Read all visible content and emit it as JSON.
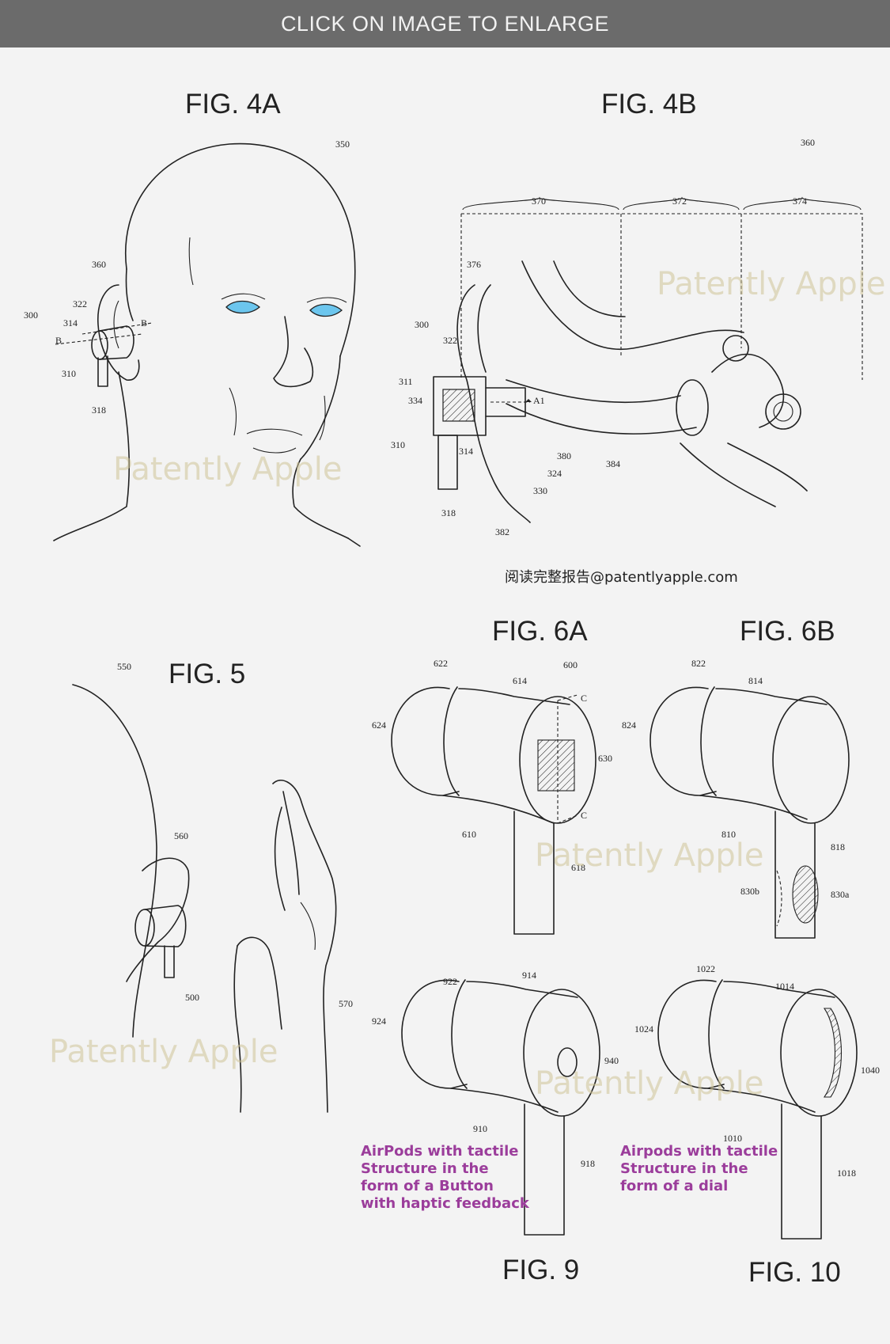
{
  "banner": {
    "text": "CLICK ON IMAGE TO ENLARGE"
  },
  "figures": {
    "fig4a": "FIG. 4A",
    "fig4b": "FIG. 4B",
    "fig5": "FIG. 5",
    "fig6a": "FIG. 6A",
    "fig6b": "FIG. 6B",
    "fig9": "FIG. 9",
    "fig10": "FIG. 10"
  },
  "watermark": "Patently Apple",
  "chinese_note": "阅读完整报告@patentlyapple.com",
  "captions": {
    "fig9": "AirPods with tactile Structure in the form of a Button with haptic feedback",
    "fig10": "Airpods with tactile Structure in the form of a dial"
  },
  "refs": {
    "r350": "350",
    "r360": "360",
    "r322": "322",
    "r300": "300",
    "r314": "314",
    "r310": "310",
    "r318": "318",
    "rB1": "B",
    "rB2": "B",
    "b360": "360",
    "b370": "370",
    "b372": "372",
    "b374": "374",
    "b376": "376",
    "b300": "300",
    "b322": "322",
    "b311": "311",
    "b334": "334",
    "bA1": "A1",
    "b310": "310",
    "b314": "314",
    "b380": "380",
    "b324": "324",
    "b330": "330",
    "b384": "384",
    "b318": "318",
    "b382": "382",
    "r550": "550",
    "r560": "560",
    "r500": "500",
    "r570": "570",
    "r622": "622",
    "r614": "614",
    "r600": "600",
    "r624": "624",
    "r630": "630",
    "r610": "610",
    "r618": "618",
    "rC1": "C",
    "rC2": "C",
    "r822": "822",
    "r814": "814",
    "r824": "824",
    "r810": "810",
    "r818": "818",
    "r830b": "830b",
    "r830a": "830a",
    "r922": "922",
    "r914": "914",
    "r924": "924",
    "r940": "940",
    "r910": "910",
    "r918": "918",
    "r1022": "1022",
    "r1014": "1014",
    "r1024": "1024",
    "r1040": "1040",
    "r1010": "1010",
    "r1018": "1018"
  },
  "colors": {
    "banner_bg": "#6b6b6b",
    "caption": "#9b3d9b",
    "eye": "#6cc6ee",
    "watermark": "#cdc396"
  }
}
